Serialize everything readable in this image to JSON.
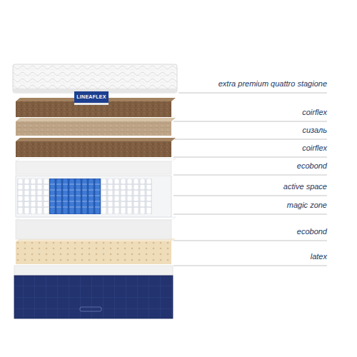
{
  "diagram": {
    "labels": [
      "LINEAFLEX",
      "extra premium quattro stagione",
      "coirflex",
      "сизаль",
      "coirflex",
      "ecobond",
      "active space",
      "magic zone",
      "ecobond",
      "latex"
    ]
  }
}
